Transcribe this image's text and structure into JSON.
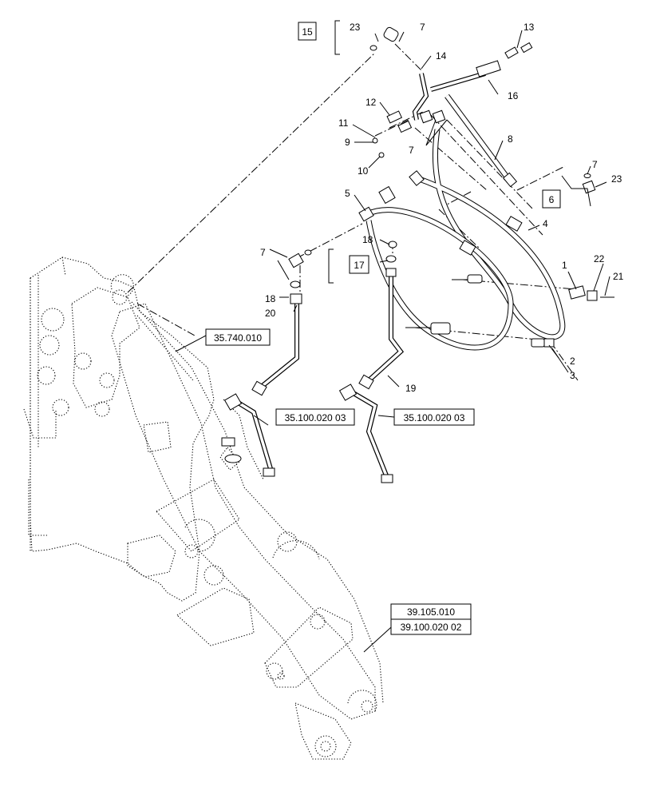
{
  "diagram": {
    "callouts": [
      "1",
      "2",
      "3",
      "4",
      "5",
      "6",
      "7",
      "7",
      "7",
      "7",
      "8",
      "9",
      "10",
      "11",
      "12",
      "13",
      "14",
      "15",
      "16",
      "17",
      "18",
      "18",
      "19",
      "20",
      "21",
      "22",
      "23",
      "23"
    ],
    "boxed_callouts": [
      "15",
      "6",
      "17"
    ],
    "references": [
      "35.740.010",
      "35.100.020 03",
      "35.100.020 03",
      "39.105.010",
      "39.100.020 02"
    ]
  }
}
